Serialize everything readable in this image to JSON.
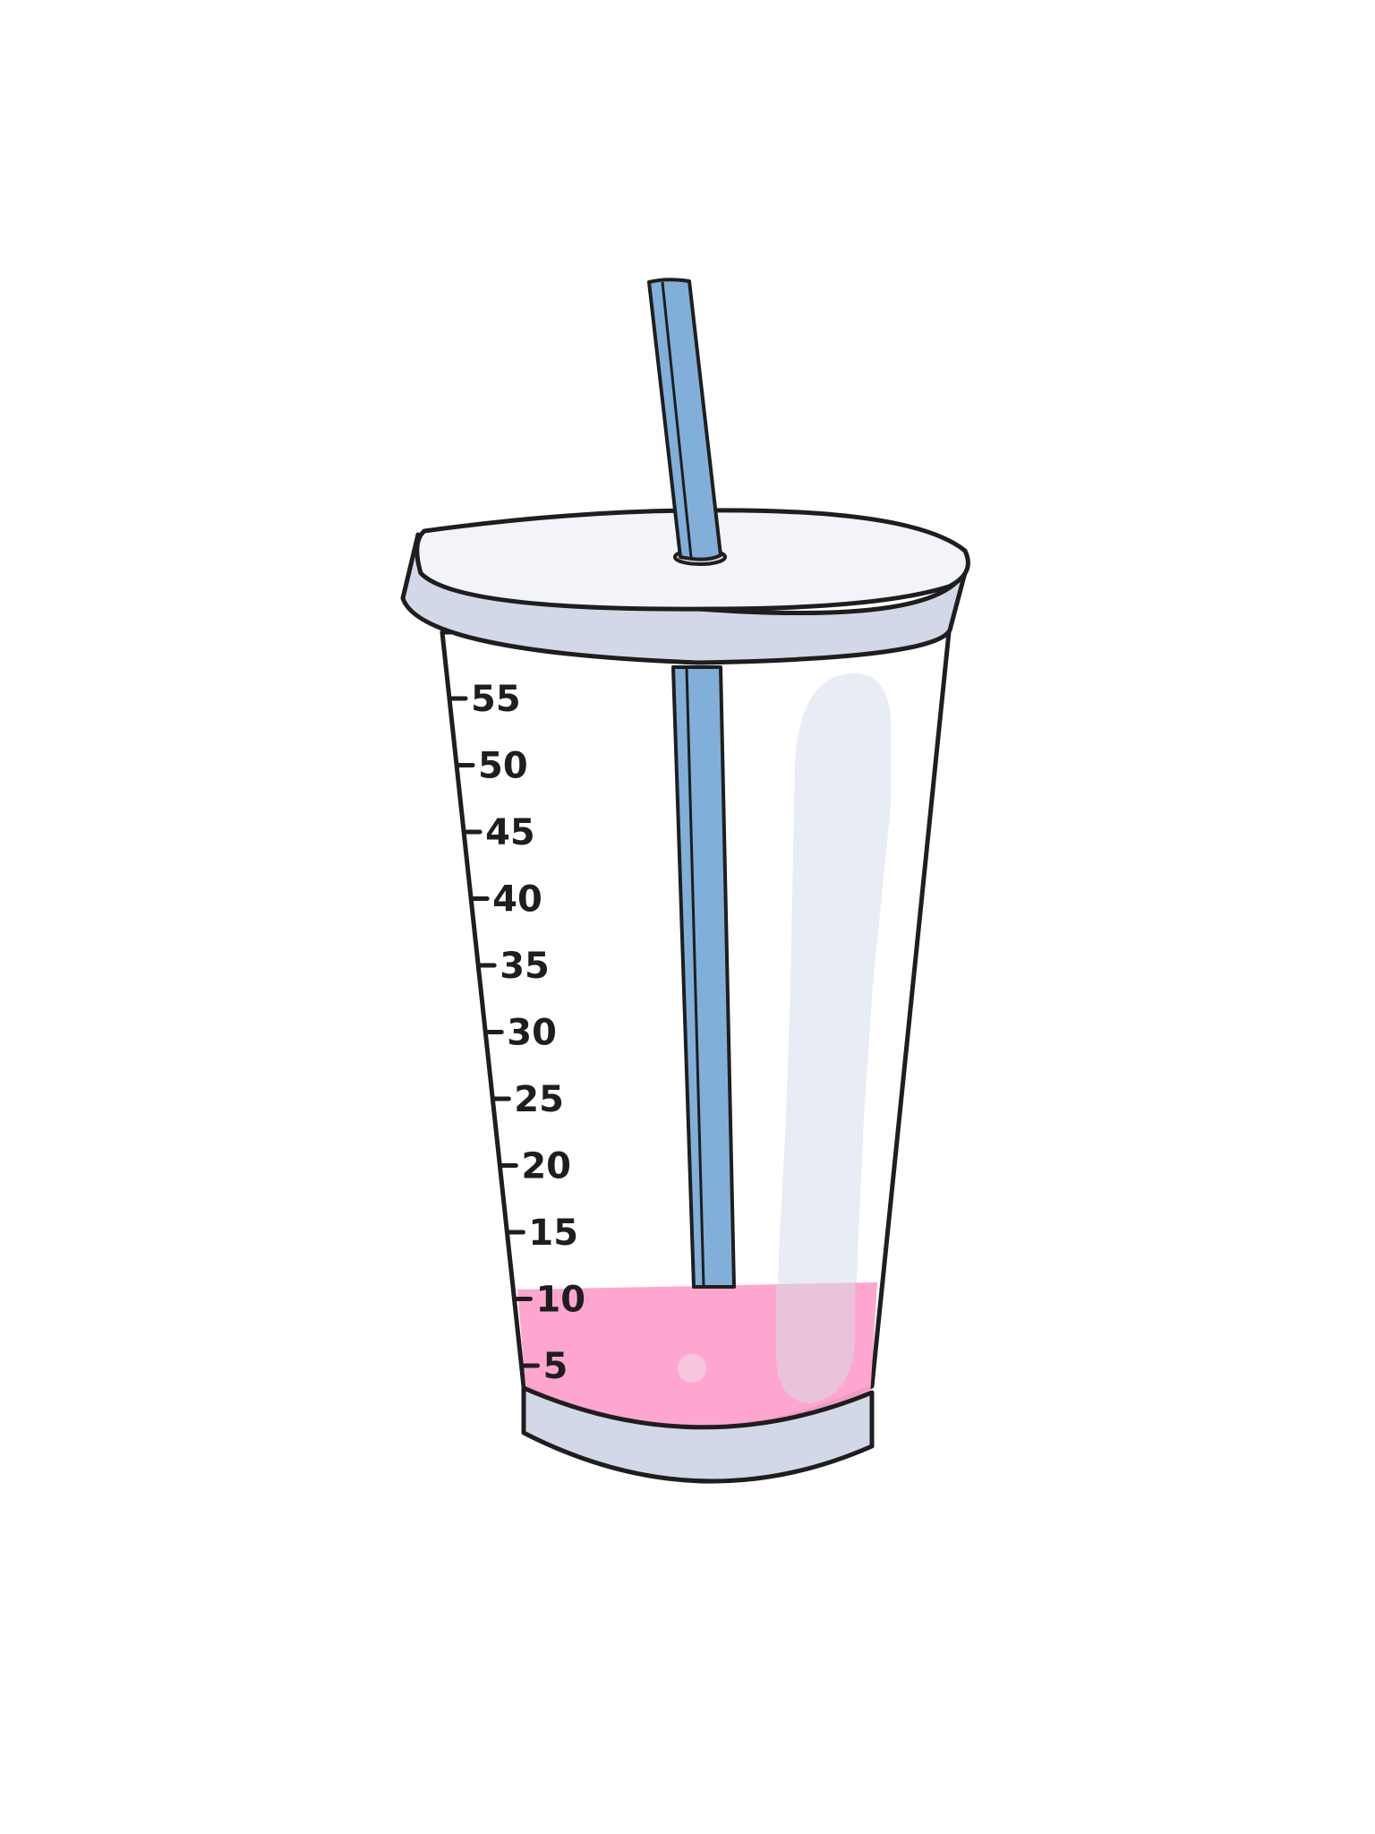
{
  "cup": {
    "scale": {
      "labels": [
        "55",
        "50",
        "45",
        "40",
        "35",
        "30",
        "25",
        "20",
        "15",
        "10",
        "5"
      ]
    },
    "liquid_level": 10,
    "colors": {
      "outline": "#1e1e1e",
      "lid_top": "#f2f4f9",
      "lid_rim": "#d3d8e8",
      "cup_body": "#ffffff",
      "highlight": "#e8ecf4",
      "liquid": "#ffa1ce",
      "bubble": "#f5c6dc",
      "straw": "#82afd9"
    },
    "icons": [
      "cup-icon",
      "straw-icon",
      "lid-icon"
    ]
  }
}
